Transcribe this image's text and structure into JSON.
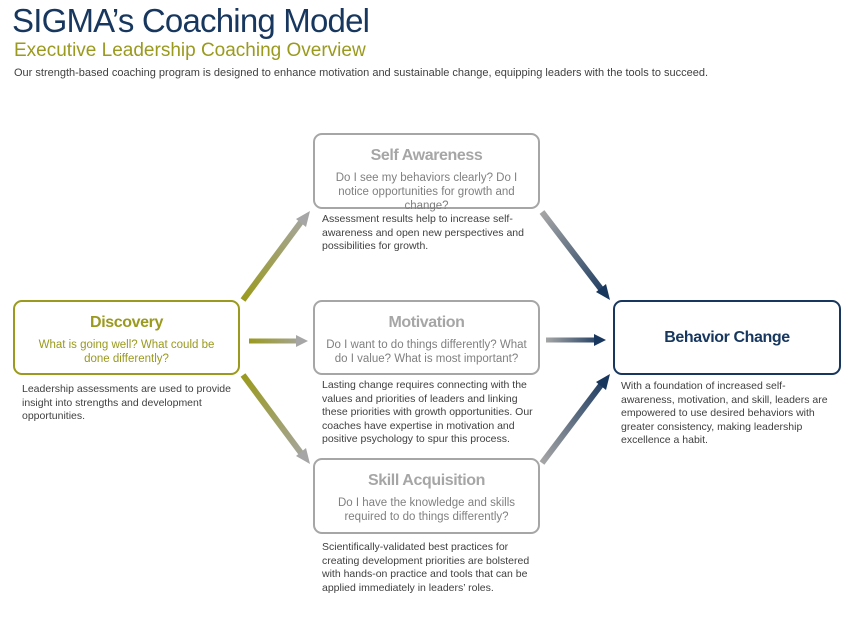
{
  "header": {
    "title": "SIGMA’s Coaching Model",
    "subtitle": "Executive Leadership Coaching Overview",
    "intro": "Our strength-based coaching program is designed to enhance motivation and sustainable change, equipping leaders with the tools to succeed."
  },
  "colors": {
    "navy": "#17375e",
    "olive": "#9a9a1e",
    "gray": "#a6a6a6",
    "text": "#404040"
  },
  "nodes": {
    "discovery": {
      "title": "Discovery",
      "question": "What is going well?  What could be done differently?",
      "description": "Leadership assessments are used to provide insight into strengths and development opportunities."
    },
    "self_awareness": {
      "title": "Self Awareness",
      "question": "Do I see my behaviors clearly? Do I notice opportunities for growth and change?",
      "description": "Assessment results help to increase self-awareness and open new perspectives and possibilities for growth."
    },
    "motivation": {
      "title": "Motivation",
      "question": "Do I want to do things differently?  What do I value? What is most important?",
      "description": "Lasting change requires connecting with the values and priorities of leaders and linking these priorities with growth opportunities. Our coaches have expertise in motivation and positive psychology to spur this process."
    },
    "skill_acquisition": {
      "title": "Skill Acquisition",
      "question": "Do I have the knowledge and skills required to do things differently?",
      "description": "Scientifically-validated best practices for creating development priorities are bolstered with hands-on practice and tools that can be applied immediately in leaders’ roles."
    },
    "behavior_change": {
      "title": "Behavior Change",
      "description": "With a foundation of increased self-awareness, motivation, and skill, leaders are empowered to use desired behaviors with greater consistency, making leadership excellence a habit."
    }
  },
  "edges": [
    {
      "from": "discovery",
      "to": "self_awareness"
    },
    {
      "from": "discovery",
      "to": "motivation"
    },
    {
      "from": "discovery",
      "to": "skill_acquisition"
    },
    {
      "from": "self_awareness",
      "to": "behavior_change"
    },
    {
      "from": "motivation",
      "to": "behavior_change"
    },
    {
      "from": "skill_acquisition",
      "to": "behavior_change"
    }
  ]
}
